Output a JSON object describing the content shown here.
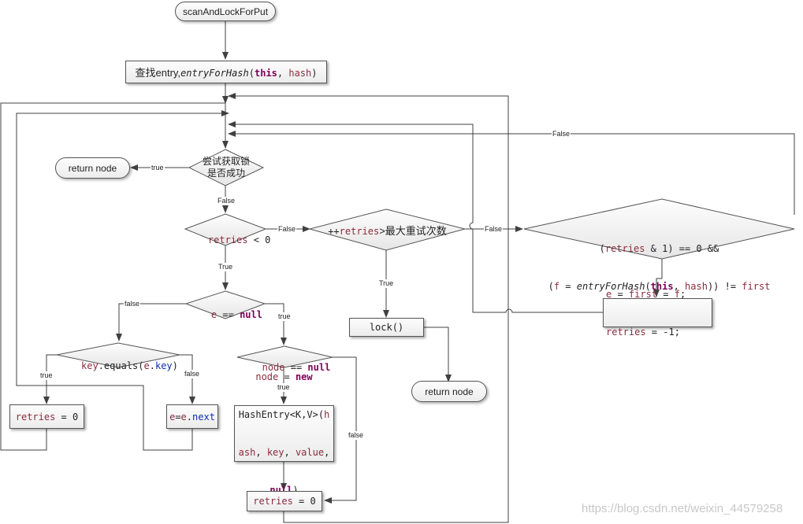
{
  "nodes": {
    "start": "scanAndLockForPut",
    "find_entry": {
      "prefix": "查找entry,",
      "fn": "entryForHash",
      "open": "(",
      "kw": "this",
      "comma": ", ",
      "arg": "hash",
      "close": ")"
    },
    "try_lock": {
      "line1": "尝试获取锁",
      "line2": "是否成功"
    },
    "return_node_left": "return node",
    "retries_lt0": {
      "var": "retries",
      "op": " < 0"
    },
    "inc_retries": {
      "pre": "++",
      "var": "retries",
      "post": ">最大重试次数"
    },
    "check_first": {
      "l1_a": "(",
      "l1_var": "retries",
      "l1_b": " & 1) == 0 &&",
      "l2_a": "(",
      "l2_var": "f",
      "l2_b": " = ",
      "l2_fn": "entryForHash",
      "l2_c": "(",
      "l2_kw": "this",
      "l2_d": ", ",
      "l2_arg": "hash",
      "l2_e": ")) != ",
      "l2_var2": "first"
    },
    "e_eq_null": {
      "var": "e",
      "op": " == ",
      "kw": "null"
    },
    "node_eq_null": {
      "var": "node",
      "op": " == ",
      "kw": "null"
    },
    "key_equals": {
      "var": "key",
      "mid": ".equals(",
      "var2": "e",
      "dot": ".",
      "fld": "key",
      "close": ")"
    },
    "lock": "lock()",
    "return_node_right": "return node",
    "retries_zero_left": {
      "var": "retries",
      "rest": " = 0"
    },
    "e_next": {
      "var": "e",
      "eq": "=",
      "var2": "e",
      "dot": ".",
      "fld": "next"
    },
    "new_node": {
      "l1_var": "node",
      "l1_eq": " = ",
      "l1_kw": "new",
      "l2_a": "HashEntry<K,V>(",
      "l2_var": "h",
      "l3_var": "ash",
      "l3_a": ", ",
      "l3_var2": "key",
      "l3_b": ", ",
      "l3_var3": "value",
      "l3_c": ",",
      "l4_kw": "null",
      "l4_close": ")"
    },
    "retries_zero_bottom": {
      "var": "retries",
      "rest": " = 0"
    },
    "assign_first": {
      "l1_var": "e",
      "l1_a": " = ",
      "l1_var2": "first",
      "l1_b": " = ",
      "l1_var3": "f",
      "l1_c": ";",
      "l2_var": "retries",
      "l2_rest": " = -1;"
    }
  },
  "edge_labels": {
    "try_true": "true",
    "try_false": "False",
    "lt0_false": "False",
    "lt0_true": "True",
    "inc_false": "False",
    "inc_true": "True",
    "check_false": "False",
    "e_null_false": "false",
    "e_null_true": "true",
    "key_true": "true",
    "key_false": "false",
    "node_null_true": "true",
    "node_null_false": "false"
  },
  "watermark": "https://blog.csdn.net/weixin_44579258",
  "colors": {
    "variable": "#8a2c3d",
    "keyword": "#7f0055",
    "field": "#0b2fb0",
    "line": "#404040"
  }
}
